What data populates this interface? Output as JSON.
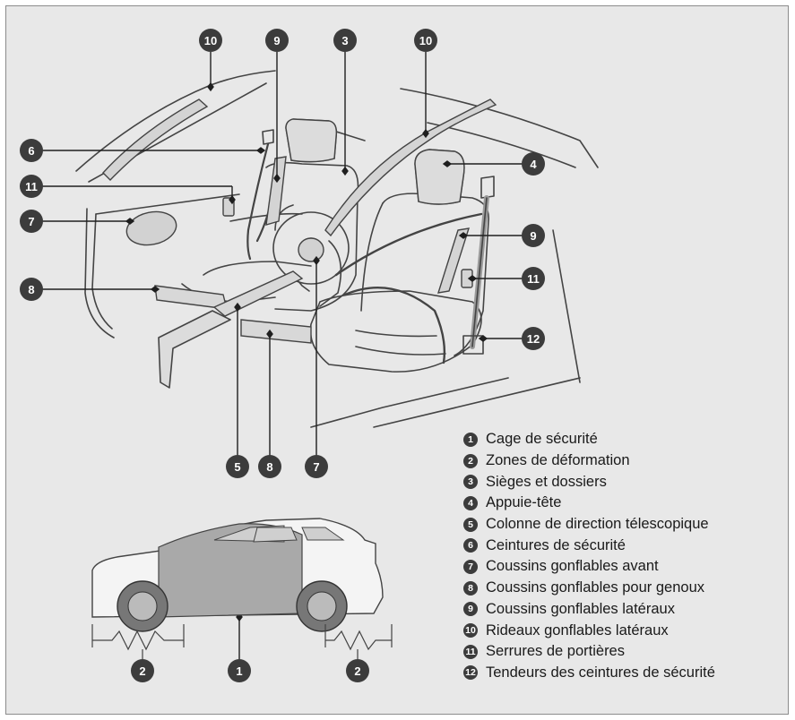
{
  "colors": {
    "background": "#e8e8e8",
    "marker": "#3c3c3c",
    "airbag": "#d8d8d8",
    "line_art": "#444444"
  },
  "markers": {
    "seats_top": "10",
    "col9_top": "9",
    "pos3": "3",
    "right10_top": "10",
    "left6": "6",
    "left11": "11",
    "left7": "7",
    "left8": "8",
    "right4": "4",
    "right9": "9",
    "right11": "11",
    "right12": "12",
    "bottom5": "5",
    "bottom8": "8",
    "bottom7": "7",
    "car2_left": "2",
    "car1": "1",
    "car2_right": "2"
  },
  "legend": [
    {
      "number": "1",
      "label": "Cage de sécurité"
    },
    {
      "number": "2",
      "label": "Zones de déformation"
    },
    {
      "number": "3",
      "label": "Sièges et dossiers"
    },
    {
      "number": "4",
      "label": "Appuie-tête"
    },
    {
      "number": "5",
      "label": "Colonne de direction télescopique"
    },
    {
      "number": "6",
      "label": "Ceintures de sécurité"
    },
    {
      "number": "7",
      "label": "Coussins gonflables avant"
    },
    {
      "number": "8",
      "label": "Coussins gonflables pour genoux"
    },
    {
      "number": "9",
      "label": "Coussins gonflables latéraux"
    },
    {
      "number": "10",
      "label": "Rideaux gonflables latéraux"
    },
    {
      "number": "11",
      "label": "Serrures de portières"
    },
    {
      "number": "12",
      "label": "Tendeurs des ceintures de sécurité"
    }
  ]
}
